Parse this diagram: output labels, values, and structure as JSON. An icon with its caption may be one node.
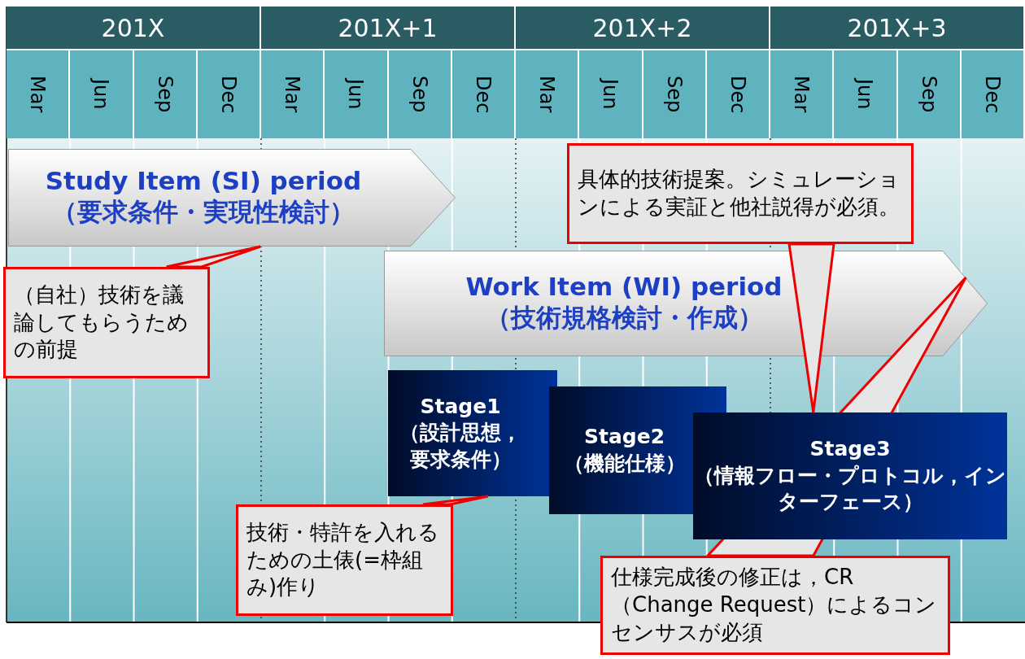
{
  "diagram": {
    "nodes": [
      {
        "text": [
          "Study Item (SI) period",
          "（要求条件・実現性検討）"
        ]
      },
      {
        "text": [
          "具体的技術提案。シミュレーションによる実証と他社説得が必須。"
        ]
      },
      {
        "text": [
          "（自社）技術を議論してもらうための前提"
        ]
      },
      {
        "text": [
          "Work Item (WI) period",
          "（技術規格検討・作成）"
        ]
      },
      {
        "text": [
          "Stage1",
          "（設計思想，要求条件）"
        ]
      },
      {
        "text": [
          "Stage2",
          "（機能仕様）"
        ]
      },
      {
        "text": [
          "Stage3",
          "（情報フロー・プロトコル，インターフェース）"
        ]
      },
      {
        "text": [
          "技術・特許を入れるための土俵(=枠組み)作り"
        ]
      },
      {
        "text": [
          "仕様完成後の修正は，CR（Change Request）によるコンセンサスが必須"
        ]
      }
    ],
    "edges": [
      {
        "from": 2,
        "to": 0,
        "arrow": "none"
      },
      {
        "from": 1,
        "to": 6,
        "arrow": "none"
      },
      {
        "from": 7,
        "to": 4,
        "arrow": "none"
      },
      {
        "from": 8,
        "to": 3,
        "arrow": "none"
      }
    ],
    "labels": [
      "201X",
      "201X+1",
      "201X+2",
      "201X+3",
      "Mar",
      "Jun",
      "Sep",
      "Dec",
      "Mar",
      "Jun",
      "Sep",
      "Dec",
      "Mar",
      "Jun",
      "Sep",
      "Dec",
      "Mar",
      "Jun",
      "Sep",
      "Dec"
    ]
  }
}
